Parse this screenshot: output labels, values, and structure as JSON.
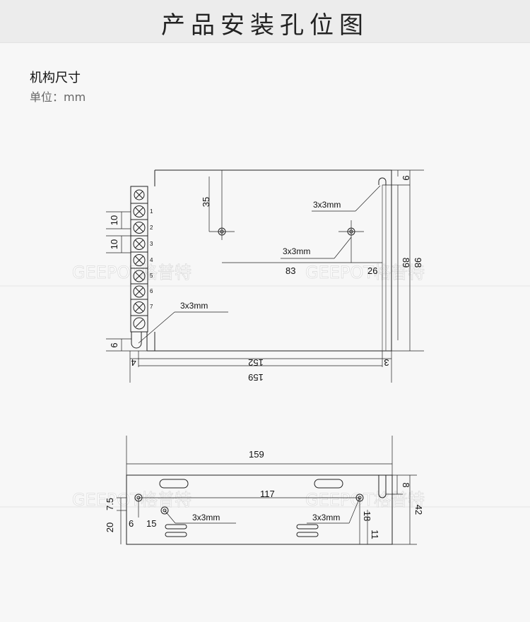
{
  "header": {
    "title": "产品安装孔位图"
  },
  "section": {
    "title": "机构尺寸",
    "unit": "单位：mm"
  },
  "watermark": {
    "text": "GEEPOT格普特"
  },
  "top_view": {
    "dims": {
      "d35": "35",
      "hole_a": "3x3mm",
      "hole_b": "3x3mm",
      "hole_c": "3x3mm",
      "d83": "83",
      "d26": "26",
      "d9": "9",
      "d89": "89",
      "d98": "98",
      "d10a": "10",
      "d10b": "10",
      "d6": "6",
      "d4": "4",
      "d152": "152",
      "d3": "3",
      "d159": "159"
    },
    "terminals": [
      "1",
      "2",
      "3",
      "4",
      "5",
      "6",
      "7"
    ]
  },
  "side_view": {
    "dims": {
      "d159": "159",
      "d117": "117",
      "d8": "8",
      "d42": "42",
      "d7_5": "7.5",
      "d20": "20",
      "d6": "6",
      "d15": "15",
      "hole_left": "3x3mm",
      "hole_right": "3x3mm",
      "d18": "18",
      "d11": "11"
    }
  }
}
